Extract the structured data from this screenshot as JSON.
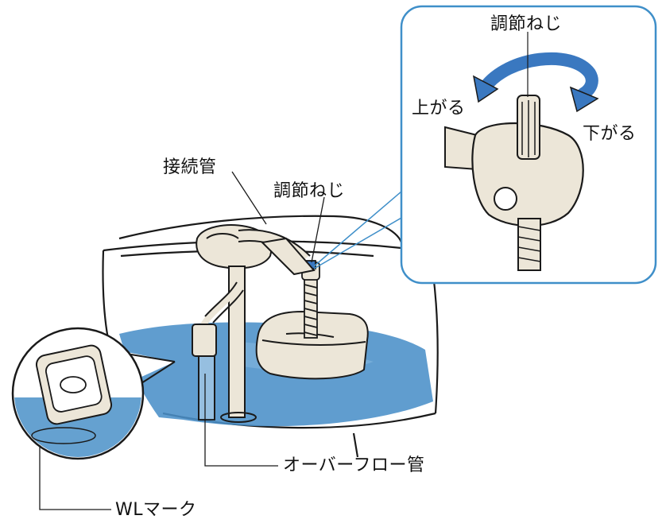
{
  "labels": {
    "connecting_pipe": "接続管",
    "adjust_screw": "調節ねじ",
    "inset_adjust_screw": "調節ねじ",
    "raise": "上がる",
    "lower": "下がる",
    "overflow_pipe": "オーバーフロー管",
    "wl_mark": "WLマーク"
  },
  "colors": {
    "water": "#4a90c8",
    "water_light": "#7fb2dc",
    "arrow": "#3a78c0",
    "inset_border": "#3f8fc9",
    "line": "#1a1a1a",
    "part_fill": "#ece6d8"
  }
}
